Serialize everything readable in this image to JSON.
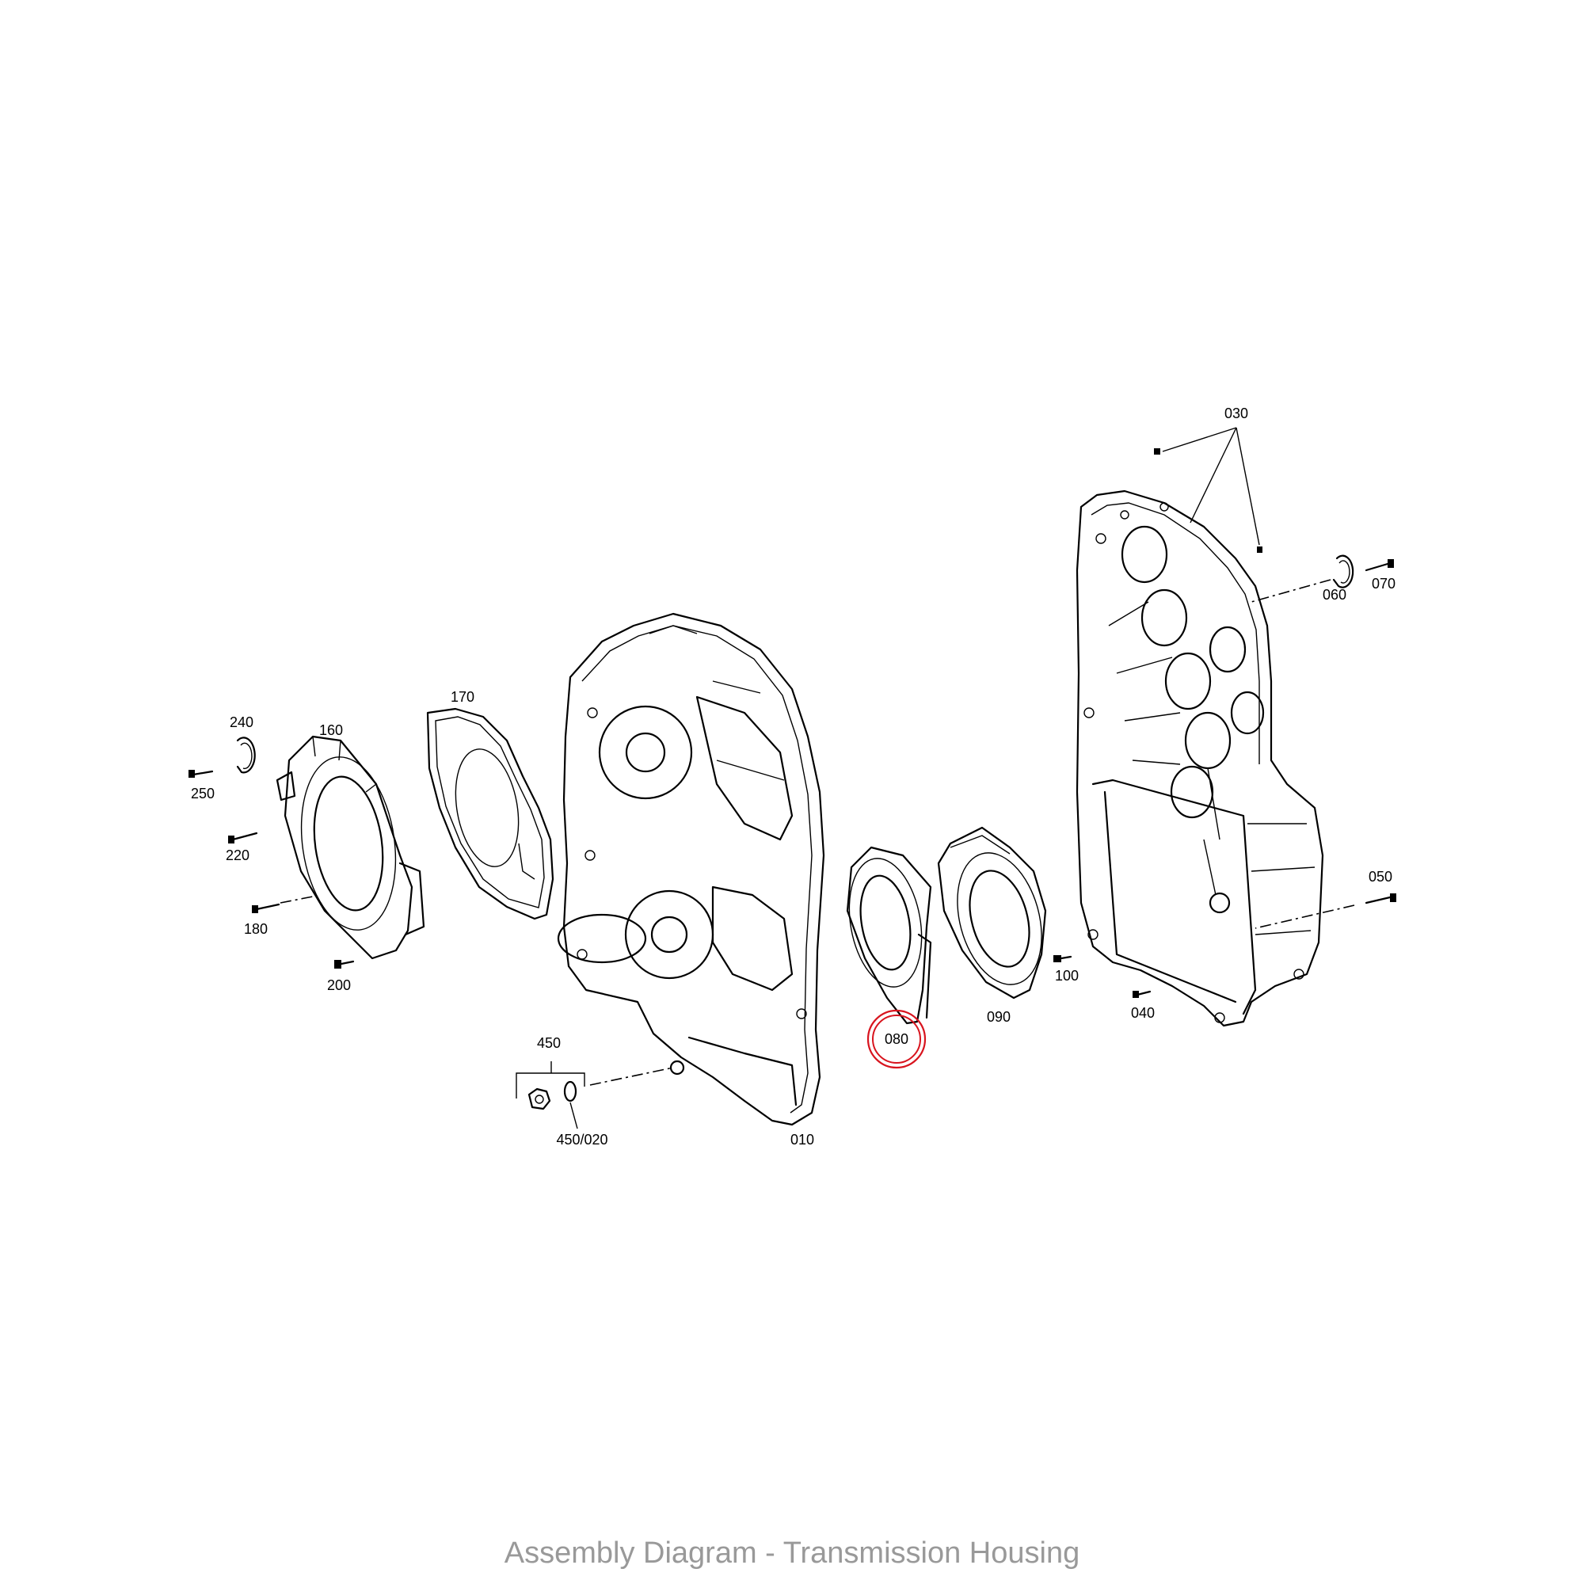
{
  "caption": "Assembly Diagram - Transmission Housing",
  "highlight_color": "#d8141e",
  "caption_color": "#999999",
  "highlighted_part": "080",
  "callouts": {
    "p010": "010",
    "p030": "030",
    "p040": "040",
    "p050": "050",
    "p060": "060",
    "p070": "070",
    "p080": "080",
    "p090": "090",
    "p100": "100",
    "p160": "160",
    "p170": "170",
    "p180": "180",
    "p200": "200",
    "p220": "220",
    "p240": "240",
    "p250": "250",
    "p450": "450",
    "p450_020": "450/020"
  }
}
